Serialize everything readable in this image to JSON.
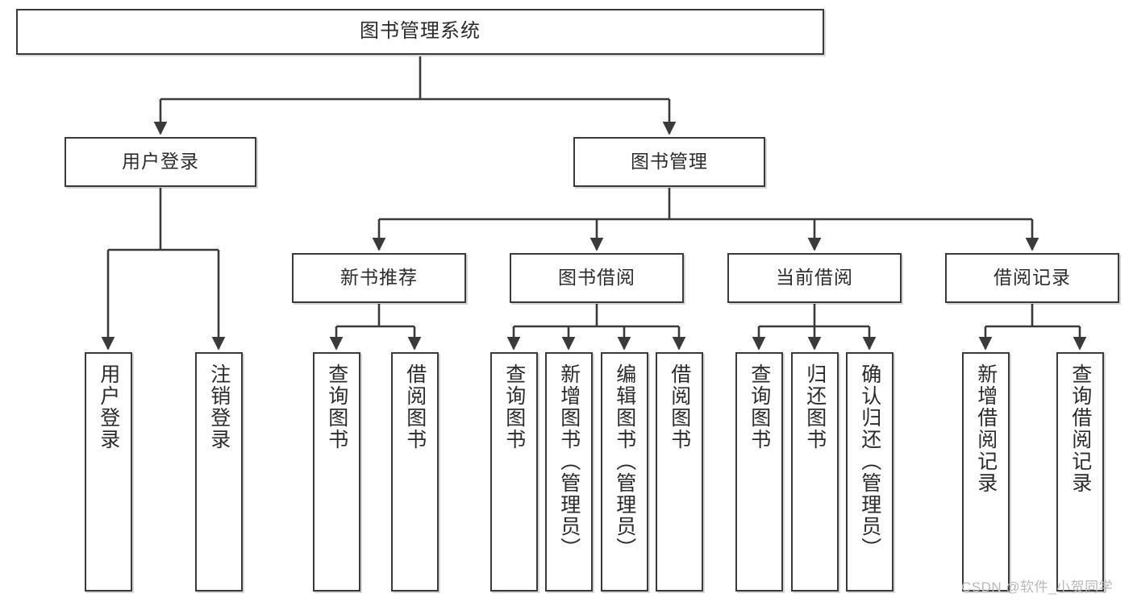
{
  "diagram": {
    "title": "图书管理系统",
    "type": "hierarchy-tree",
    "watermark": "CSDN @软件_小贺同学",
    "colors": {
      "box_border": "#3a3a3a",
      "box_fill": "#ffffff",
      "connector": "#3a3a3a",
      "text": "#2b2b2b",
      "watermark": "#b9b9b9"
    },
    "levels": {
      "level1": [
        "图书管理系统"
      ],
      "level2": [
        "用户登录",
        "图书管理"
      ],
      "level3": [
        "新书推荐",
        "图书借阅",
        "当前借阅",
        "借阅记录"
      ],
      "level4": [
        "用户登录",
        "注销登录",
        "查询图书",
        "借阅图书",
        "查询图书",
        "新增图书（管理员）",
        "编辑图书（管理员）",
        "借阅图书",
        "查询图书",
        "归还图书",
        "确认归还（管理员）",
        "新增借阅记录",
        "查询借阅记录"
      ]
    },
    "nodes": {
      "root": {
        "label": "图书管理系统"
      },
      "user_login": {
        "label": "用户登录"
      },
      "book_manage": {
        "label": "图书管理"
      },
      "new_book_rec": {
        "label": "新书推荐"
      },
      "book_borrow": {
        "label": "图书借阅"
      },
      "current_borrow": {
        "label": "当前借阅"
      },
      "borrow_record": {
        "label": "借阅记录"
      },
      "leaf_user_login": {
        "label": "用户登录"
      },
      "leaf_logout": {
        "label": "注销登录"
      },
      "leaf_query_book_a": {
        "label": "查询图书"
      },
      "leaf_borrow_book_a": {
        "label": "借阅图书"
      },
      "leaf_query_book_b": {
        "label": "查询图书"
      },
      "leaf_add_book": {
        "label": "新增图书（管理员）"
      },
      "leaf_edit_book": {
        "label": "编辑图书（管理员）"
      },
      "leaf_borrow_book_b": {
        "label": "借阅图书"
      },
      "leaf_query_book_c": {
        "label": "查询图书"
      },
      "leaf_return_book": {
        "label": "归还图书"
      },
      "leaf_confirm_return": {
        "label": "确认归还（管理员）"
      },
      "leaf_add_record": {
        "label": "新增借阅记录"
      },
      "leaf_query_record": {
        "label": "查询借阅记录"
      }
    },
    "edges": [
      {
        "from": "图书管理系统",
        "to": "用户登录"
      },
      {
        "from": "图书管理系统",
        "to": "图书管理"
      },
      {
        "from": "用户登录",
        "to": "用户登录"
      },
      {
        "from": "用户登录",
        "to": "注销登录"
      },
      {
        "from": "图书管理",
        "to": "新书推荐"
      },
      {
        "from": "图书管理",
        "to": "图书借阅"
      },
      {
        "from": "图书管理",
        "to": "当前借阅"
      },
      {
        "from": "图书管理",
        "to": "借阅记录"
      },
      {
        "from": "新书推荐",
        "to": "查询图书"
      },
      {
        "from": "新书推荐",
        "to": "借阅图书"
      },
      {
        "from": "图书借阅",
        "to": "查询图书"
      },
      {
        "from": "图书借阅",
        "to": "新增图书（管理员）"
      },
      {
        "from": "图书借阅",
        "to": "编辑图书（管理员）"
      },
      {
        "from": "图书借阅",
        "to": "借阅图书"
      },
      {
        "from": "当前借阅",
        "to": "查询图书"
      },
      {
        "from": "当前借阅",
        "to": "归还图书"
      },
      {
        "from": "当前借阅",
        "to": "确认归还（管理员）"
      },
      {
        "from": "借阅记录",
        "to": "新增借阅记录"
      },
      {
        "from": "借阅记录",
        "to": "查询借阅记录"
      }
    ]
  }
}
